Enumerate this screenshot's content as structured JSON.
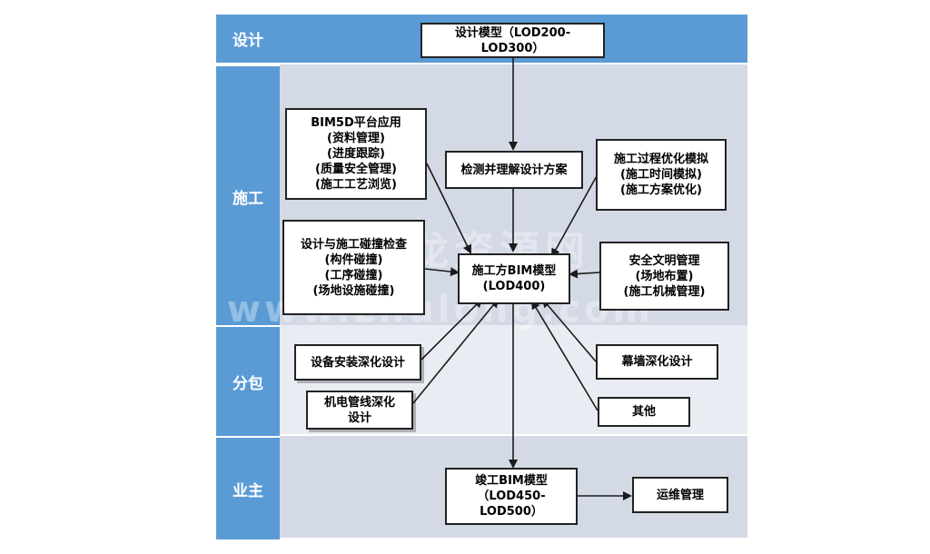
{
  "lanes": {
    "design": "设计",
    "construction": "施工",
    "subcontract": "分包",
    "owner": "业主"
  },
  "boxes": {
    "design_model": "设计模型（LOD200-\nLOD300）",
    "bim5d": "BIM5D平台应用\n(资料管理)\n(进度跟踪)\n(质量安全管理)\n(施工工艺浏览)",
    "check_design": "检测并理解设计方案",
    "process_sim": "施工过程优化模拟\n(施工时间模拟)\n(施工方案优化)",
    "clash_check": "设计与施工碰撞检查\n(构件碰撞)\n(工序碰撞)\n(场地设施碰撞)",
    "contractor_model": "施工方BIM模型\n(LOD400)",
    "safety": "安全文明管理\n(场地布置)\n(施工机械管理)",
    "equipment": "设备安装深化设计",
    "mep": "机电管线深化\n设计",
    "curtain": "幕墙深化设计",
    "other": "其他",
    "asbuilt_model": "竣工BIM模型\n（LOD450-\nLOD500）",
    "om": "运维管理"
  },
  "watermark": {
    "cn": "筑龙资源网",
    "url": "www.zhulong.com"
  },
  "colors": {
    "lane_label": "#5b9bd5",
    "lane_design": "#5b9bd5",
    "lane_construction": "#d4d9e6",
    "lane_subcontract": "#e9ecf2",
    "lane_owner": "#d4d9e6"
  }
}
